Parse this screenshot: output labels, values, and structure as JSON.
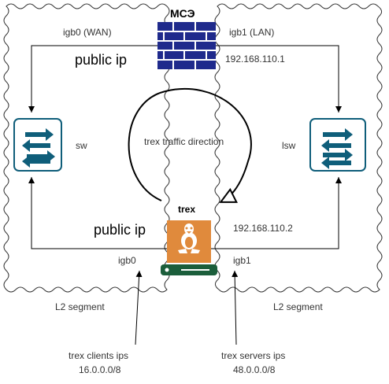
{
  "firewall": {
    "label": "МСЭ",
    "icon": "firewall-brick-icon"
  },
  "interfaces": {
    "fw_wan": "igb0 (WAN)",
    "fw_lan": "igb1 (LAN)",
    "fw_lan_ip": "192.168.110.1",
    "fw_public_ip": "public ip",
    "trex_public_ip": "public ip",
    "trex_lan_ip": "192.168.110.2",
    "trex_igb0": "igb0",
    "trex_igb1": "igb1"
  },
  "switches": {
    "left": "sw",
    "right": "lsw",
    "icon": "network-switch-icon"
  },
  "trex": {
    "label": "trex",
    "icon": "linux-tux-icon",
    "server_icon": "server-icon"
  },
  "traffic_direction": "trex traffic direction",
  "segments": {
    "left": "L2 segment",
    "right": "L2 segment"
  },
  "notes": {
    "clients_title": "trex clients ips",
    "clients_net": "16.0.0.0/8",
    "servers_title": "trex servers ips",
    "servers_net": "48.0.0.0/8"
  },
  "colors": {
    "firewall": "#1f2a8c",
    "switch": "#0f5e7a",
    "trex_box": "#e08a3c",
    "server_bar": "#1b5e3b",
    "line": "#000000"
  }
}
